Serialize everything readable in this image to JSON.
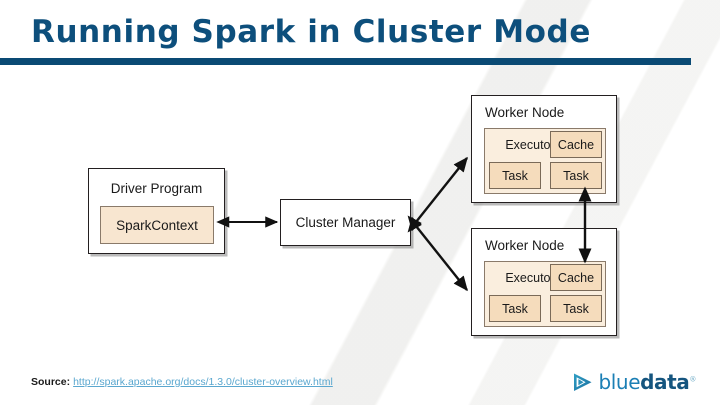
{
  "slide": {
    "title": "Running Spark in Cluster Mode",
    "title_color": "#0d4f7c",
    "rule_color": "#0a4a74"
  },
  "diagram": {
    "driver": {
      "title": "Driver Program",
      "inner": "SparkContext"
    },
    "cluster_manager": {
      "title": "Cluster Manager"
    },
    "workers": [
      {
        "title": "Worker Node",
        "executor": "Executor",
        "cache": "Cache",
        "tasks": [
          "Task",
          "Task"
        ]
      },
      {
        "title": "Worker Node",
        "executor": "Executor",
        "cache": "Cache",
        "tasks": [
          "Task",
          "Task"
        ]
      }
    ],
    "colors": {
      "box_fill": "#ffffff",
      "box_border": "#231f20",
      "inner_fill": "#f8e6d0",
      "accent_fill": "#f5dcbc",
      "inner_border": "#8a7a6a"
    }
  },
  "footer": {
    "source_label": "Source:",
    "source_url": "http://spark.apache.org/docs/1.3.0/cluster-overview.html",
    "source_url_color": "#5aa7cf",
    "logo": {
      "text_light": "blue",
      "text_bold": "data",
      "trademark": "®",
      "mark_icon": "play-triangle-icon",
      "color_light": "#1b7fb5",
      "color_bold": "#15557f"
    }
  }
}
